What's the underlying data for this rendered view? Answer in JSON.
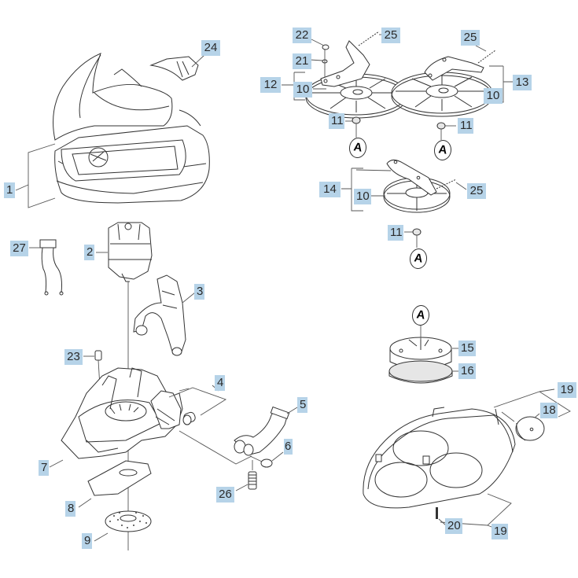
{
  "diagram": {
    "type": "exploded-parts-diagram",
    "label_color": "#b6d3e8",
    "callouts": [
      {
        "id": "c24",
        "text": "24",
        "part": "cover-clip"
      },
      {
        "id": "c1",
        "text": "1",
        "part": "housing-hood"
      },
      {
        "id": "c22",
        "text": "22",
        "part": "nut"
      },
      {
        "id": "c25a",
        "text": "25",
        "part": "spring"
      },
      {
        "id": "c21",
        "text": "21",
        "part": "washer"
      },
      {
        "id": "c12",
        "text": "12",
        "part": "brush-arm-assembly-left"
      },
      {
        "id": "c10a",
        "text": "10",
        "part": "side-brush"
      },
      {
        "id": "c25b",
        "text": "25",
        "part": "spring"
      },
      {
        "id": "c13",
        "text": "13",
        "part": "brush-arm-assembly-right"
      },
      {
        "id": "c10b",
        "text": "10",
        "part": "side-brush"
      },
      {
        "id": "c11a",
        "text": "11",
        "part": "hub-nut"
      },
      {
        "id": "c11b",
        "text": "11",
        "part": "hub-nut"
      },
      {
        "id": "c14",
        "text": "14",
        "part": "brush-arm-assembly-center"
      },
      {
        "id": "c10c",
        "text": "10",
        "part": "side-brush"
      },
      {
        "id": "c25c",
        "text": "25",
        "part": "spring"
      },
      {
        "id": "c11c",
        "text": "11",
        "part": "hub-nut"
      },
      {
        "id": "c27",
        "text": "27",
        "part": "wire-harness"
      },
      {
        "id": "c2",
        "text": "2",
        "part": "motor"
      },
      {
        "id": "c3",
        "text": "3",
        "part": "handle-bracket"
      },
      {
        "id": "c23",
        "text": "23",
        "part": "switch"
      },
      {
        "id": "c4",
        "text": "4",
        "part": "roller-set"
      },
      {
        "id": "c5",
        "text": "5",
        "part": "suction-pipe"
      },
      {
        "id": "c6",
        "text": "6",
        "part": "o-ring"
      },
      {
        "id": "c7",
        "text": "7",
        "part": "base-chassis"
      },
      {
        "id": "c26",
        "text": "26",
        "part": "spring"
      },
      {
        "id": "c8",
        "text": "8",
        "part": "bottom-plate"
      },
      {
        "id": "c9",
        "text": "9",
        "part": "fan-disc"
      },
      {
        "id": "c15",
        "text": "15",
        "part": "brush-head"
      },
      {
        "id": "c16",
        "text": "16",
        "part": "pad"
      },
      {
        "id": "c19a",
        "text": "19",
        "part": "wheel-set"
      },
      {
        "id": "c18",
        "text": "18",
        "part": "wheel"
      },
      {
        "id": "c20",
        "text": "20",
        "part": "screw"
      },
      {
        "id": "c19b",
        "text": "19",
        "part": "bottom-tray-set"
      }
    ],
    "connection_markers": [
      {
        "id": "a1",
        "text": "A"
      },
      {
        "id": "a2",
        "text": "A"
      },
      {
        "id": "a3",
        "text": "A"
      },
      {
        "id": "a4",
        "text": "A"
      }
    ]
  }
}
